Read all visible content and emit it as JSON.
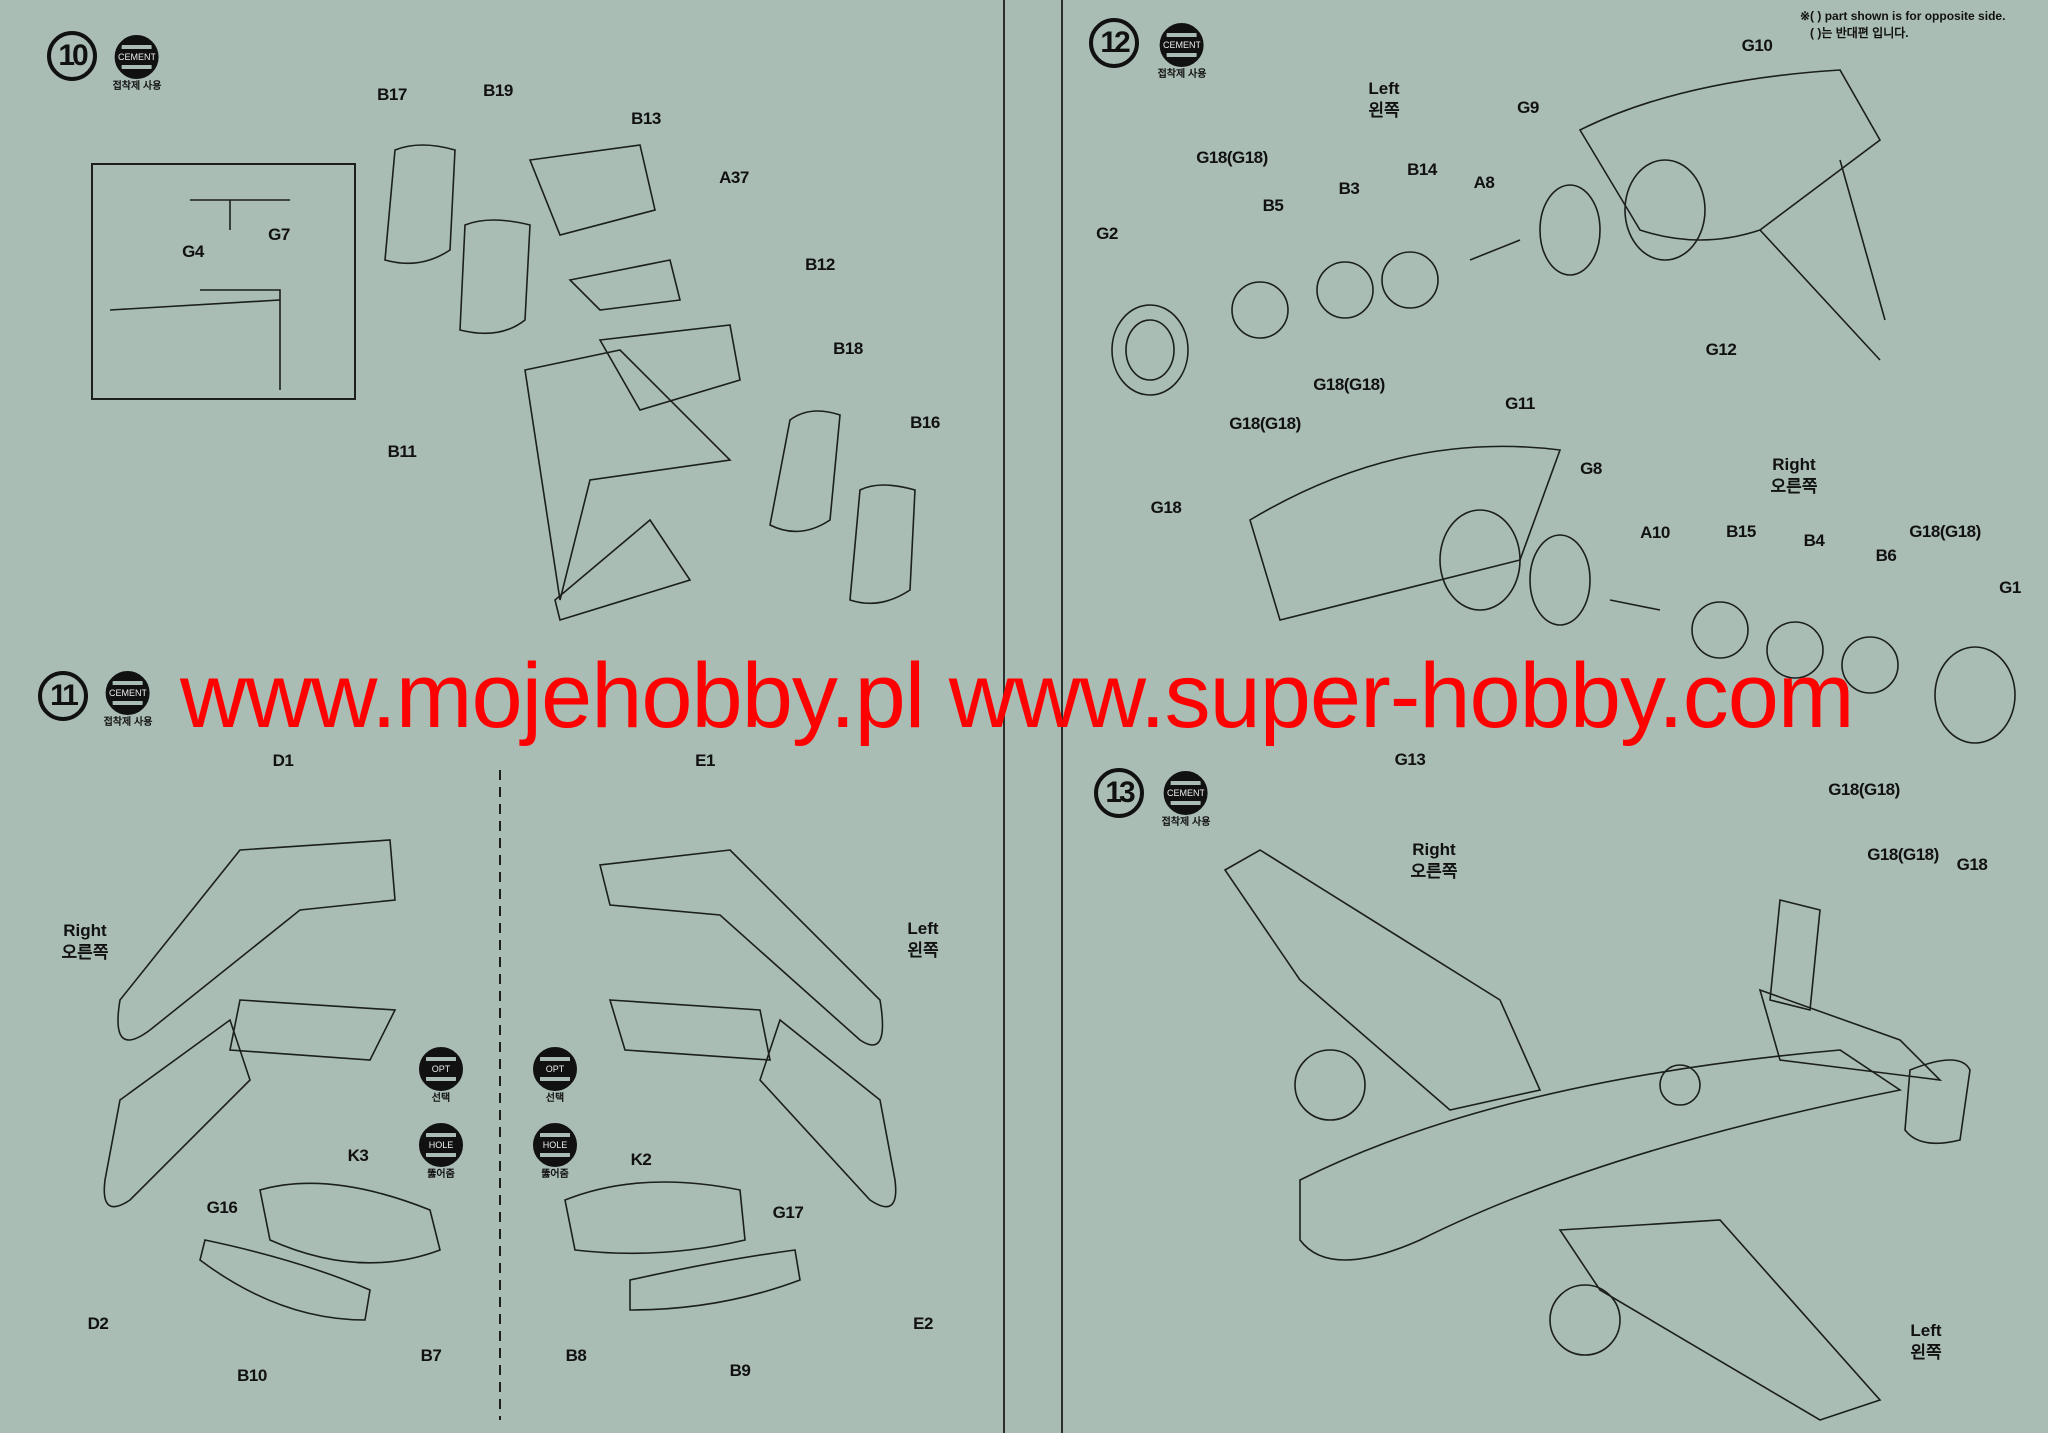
{
  "note": {
    "line1": "※(    ) part shown is for opposite side.",
    "line2": "(    )는 반대편 입니다."
  },
  "badges": {
    "cement": "CEMENT",
    "cement_sub": "접착제 사용",
    "opt": "OPT",
    "opt_sub": "선택",
    "hole": "HOLE",
    "hole_sub": "뚫어줌"
  },
  "steps": [
    {
      "number": "10",
      "labels": [
        "B17",
        "B19",
        "B13",
        "A37",
        "B12",
        "B18",
        "B16",
        "B11",
        "G4",
        "G7"
      ]
    },
    {
      "number": "11",
      "labels": [
        "D1",
        "E1",
        "K3",
        "K2",
        "G16",
        "G17",
        "D2",
        "E2",
        "B10",
        "B7",
        "B8",
        "B9"
      ],
      "sides": [
        {
          "en": "Right",
          "ko": "오른쪽"
        },
        {
          "en": "Left",
          "ko": "왼쪽"
        }
      ]
    },
    {
      "number": "12",
      "labels": [
        "G10",
        "G9",
        "A8",
        "B14",
        "B3",
        "B5",
        "G18(G18)",
        "G2",
        "G12",
        "G18(G18)",
        "G18(G18)",
        "G18",
        "G11",
        "G8",
        "A10",
        "B15",
        "B4",
        "B6",
        "G18(G18)",
        "G1",
        "G13",
        "G18(G18)",
        "G18(G18)",
        "G18"
      ],
      "sides": [
        {
          "en": "Left",
          "ko": "왼쪽"
        },
        {
          "en": "Right",
          "ko": "오른쪽"
        }
      ]
    },
    {
      "number": "13",
      "sides": [
        {
          "en": "Right",
          "ko": "오른쪽"
        },
        {
          "en": "Left",
          "ko": "왼쪽"
        }
      ]
    }
  ],
  "watermark": "www.mojehobby.pl www.super-hobby.com",
  "colors": {
    "paper": "#aabdb5",
    "ink": "#111111",
    "watermark": "#ff0000"
  }
}
